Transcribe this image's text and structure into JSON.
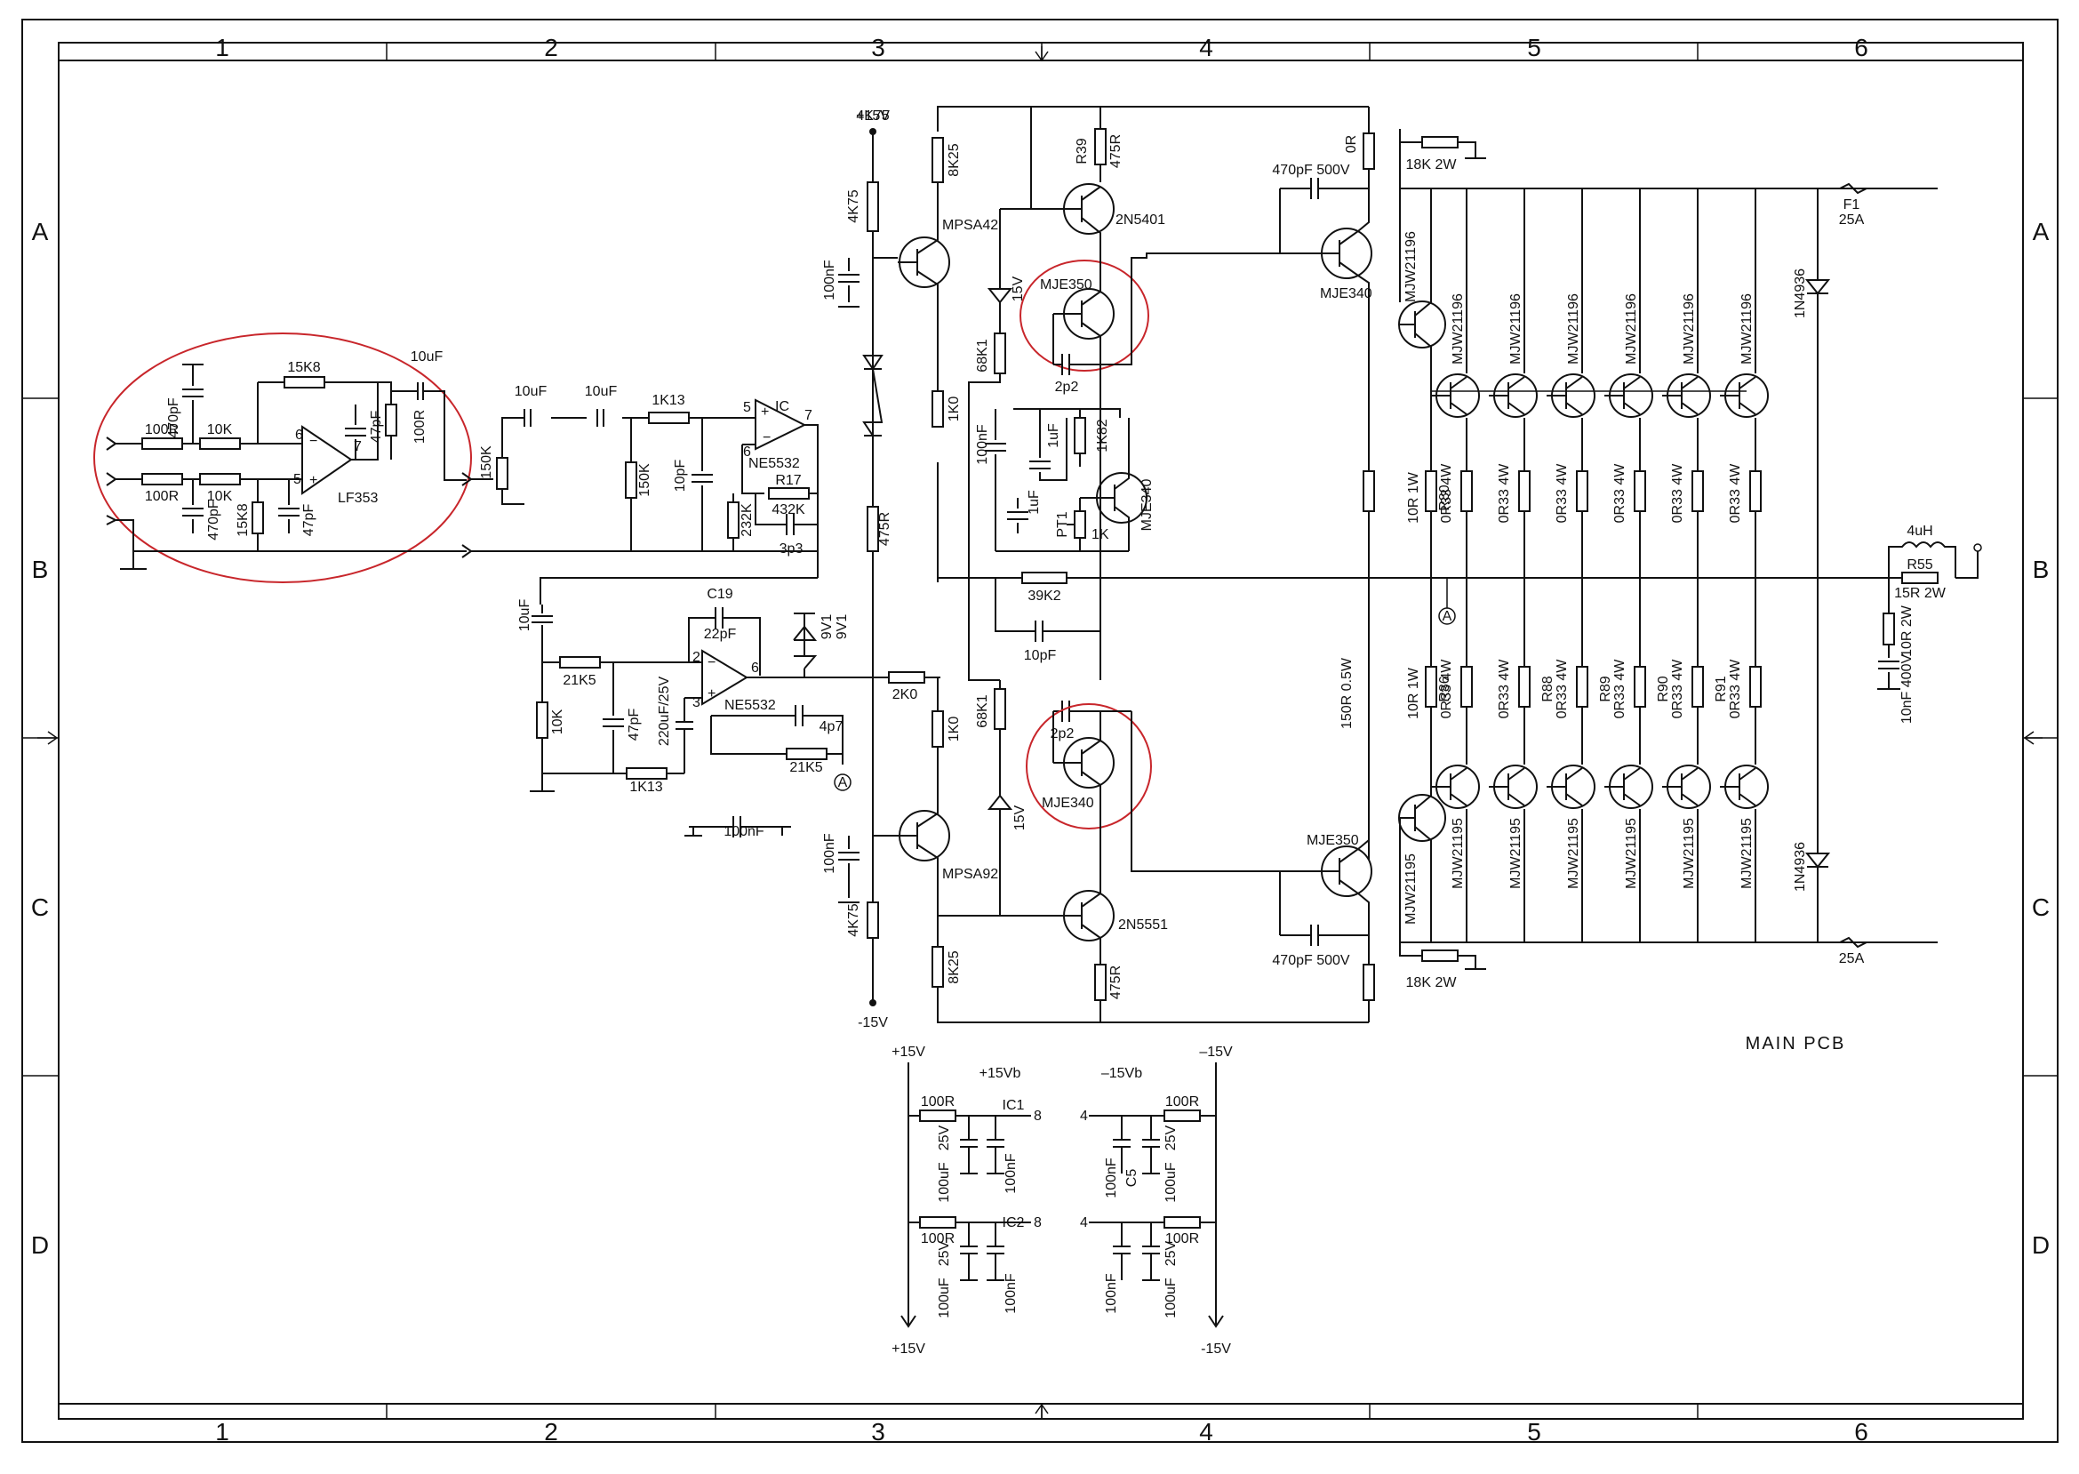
{
  "frame": {
    "cols": [
      "1",
      "2",
      "3",
      "4",
      "5",
      "6"
    ],
    "rows": [
      "A",
      "B",
      "C",
      "D"
    ]
  },
  "title": "MAIN PCB",
  "rails": {
    "pos": "+15V",
    "neg": "-15V",
    "neg_alt": "–15V",
    "pos_b": "+15Vb",
    "neg_b": "–15Vb"
  },
  "input_stage": {
    "r_in1": "100R",
    "r_in2": "100R",
    "r_10k_a": "10K",
    "r_10k_b": "10K",
    "c_470a": "470pF",
    "c_470b": "470pF",
    "r_15k8_top": "15K8",
    "r_15k8_low": "15K8",
    "c_47a": "47pF",
    "c_47b": "47pF",
    "r_100r_out": "100R",
    "c_10uf": "10uF",
    "opamp": "LF353",
    "pin6": "6",
    "pin7": "7",
    "pin5": "5"
  },
  "filter_stage": {
    "r_150k_a": "150K",
    "c_10uf_a": "10uF",
    "c_10uf_b": "10uF",
    "r_1k13": "1K13",
    "r_150k_b": "150K",
    "c_10pf": "10pF",
    "opamp_ic": "IC",
    "opamp": "NE5532",
    "r17": "R17",
    "r_432k": "432K",
    "r_232k": "232K",
    "c_3p3": "3p3",
    "pin5": "5",
    "pin6": "6",
    "pin7": "7"
  },
  "servo_stage": {
    "c_10uf": "10uF",
    "r_21k5": "21K5",
    "r_10k": "10K",
    "c_47pf": "47pF",
    "r_1k13": "1K13",
    "c19": "C19",
    "c_22pf": "22pF",
    "c_220uf": "220uF/25V",
    "opamp": "NE5532",
    "z_9v1a": "9V1",
    "z_9v1b": "9V1",
    "c_4p7": "4p7",
    "r_21k5b": "21K5",
    "r_2k0": "2K0",
    "c_100nf": "100nF",
    "node_a": "A",
    "pin2": "2",
    "pin3": "3",
    "pin6": "6"
  },
  "vas": {
    "r_4k75_top": "4K75",
    "c_100nf_top": "100nF",
    "q_top": "MPSA42",
    "r_8k25_top": "8K25",
    "r_1k0_top": "1K0",
    "r_475r": "475R",
    "r_1k0_bot": "1K0",
    "c_100nf_bot": "100nF",
    "q_bot": "MPSA92",
    "r_4k75_bot": "4K75",
    "r_8k25_bot": "8K25"
  },
  "driver": {
    "r39": "R39",
    "r_475r_top": "475R",
    "q_2n5401": "2N5401",
    "z_15v_top": "15V",
    "q_mje350_top": "MJE350",
    "r_68k1_top": "68K1",
    "c_2p2_top": "2p2",
    "c_100nf": "100nF",
    "c_1uf_a": "1uF",
    "c_1uf_b": "1uF",
    "r_1k82": "1K82",
    "q_mje340_mid": "MJE340",
    "pt1": "PT1",
    "pot_1k": "1K",
    "r_39k2": "39K2",
    "c_10pf": "10pF",
    "r_68k1_bot": "68K1",
    "c_2p2_bot": "2p2",
    "z_15v_bot": "15V",
    "q_mje340_bot": "MJE340",
    "q_2n5551": "2N5551",
    "r_475r_bot": "475R"
  },
  "predriver": {
    "r_0r": "0R",
    "c_470pf_top": "470pF  500V",
    "q_mje340": "MJE340",
    "r_10r_1w_top": "10R  1W",
    "r_150r": "150R  0.5W",
    "r_10r_1w_bot": "10R  1W",
    "q_mje350": "MJE350",
    "c_470pf_bot": "470pF  500V"
  },
  "output": {
    "r_18k_top": "18K  2W",
    "r_18k_bot": "18K  2W",
    "npn_drv": "MJW21196",
    "pnp_drv": "MJW21195",
    "npn": [
      "MJW21196",
      "MJW21196",
      "MJW21196",
      "MJW21196",
      "MJW21196",
      "MJW21196"
    ],
    "pnp": [
      "MJW21195",
      "MJW21195",
      "MJW21195",
      "MJW21195",
      "MJW21195",
      "MJW21195"
    ],
    "emitter_top": [
      "0R33  4W",
      "0R33  4W",
      "0R33  4W",
      "0R33  4W",
      "0R33  4W",
      "0R33  4W"
    ],
    "emitter_bot": [
      "0R33  4W",
      "0R33  4W",
      "0R33  4W",
      "0R33  4W",
      "0R33  4W",
      "0R33  4W"
    ],
    "r80": "R80",
    "r86": "R86",
    "r88": "R88",
    "r89": "R89",
    "r90": "R90",
    "r91": "R91",
    "node_a": "A"
  },
  "protection": {
    "f1": "F1",
    "f1_val": "25A",
    "f2_val": "25A",
    "d_top": "1N4936",
    "d_bot": "1N4936",
    "l_4uh": "4uH",
    "r55": "R55",
    "r55_val": "15R  2W",
    "zobel_r": "10R  2W",
    "zobel_c": "10nF  400V"
  },
  "supply": {
    "pos_in": "+15V",
    "pos_b": "+15Vb",
    "neg_b": "–15Vb",
    "neg_in": "–15V",
    "r_100r": "100R",
    "c_100uf": "100uF",
    "c_25v": "25V",
    "c_100nf": "100nF",
    "ic1": "IC1",
    "ic2": "IC2",
    "pin8": "8",
    "pin4": "4",
    "c5": "C5",
    "pos_out": "+15V",
    "neg_out": "-15V"
  }
}
